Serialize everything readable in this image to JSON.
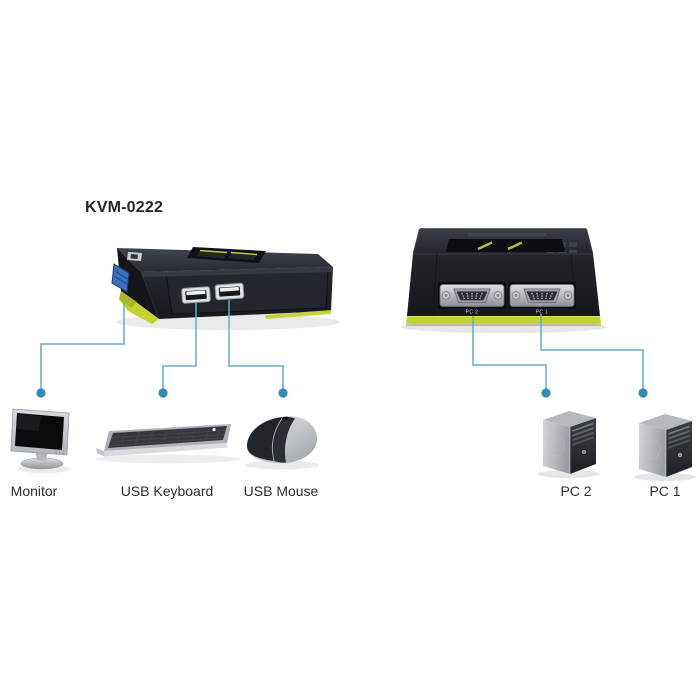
{
  "title": "KVM-0222",
  "diagram": {
    "front_device": {
      "name": "KVM switch front view",
      "usb_port_count": 2
    },
    "rear_device": {
      "name": "KVM switch rear view",
      "port_labels": [
        "PC 2",
        "PC 1"
      ]
    },
    "peripherals": [
      {
        "id": "monitor",
        "label": "Monitor"
      },
      {
        "id": "usb-keyboard",
        "label": "USB Keyboard"
      },
      {
        "id": "usb-mouse",
        "label": "USB Mouse"
      },
      {
        "id": "pc-2",
        "label": "PC 2"
      },
      {
        "id": "pc-1",
        "label": "PC 1"
      }
    ]
  },
  "colors": {
    "background": "#ffffff",
    "connector_line": "#68aace",
    "connector_dot": "#2e8db8",
    "accent_green": "#c3d230",
    "vga_blue": "#3b70c0",
    "device_black": "#1d2025",
    "label_text": "#302d2b"
  }
}
